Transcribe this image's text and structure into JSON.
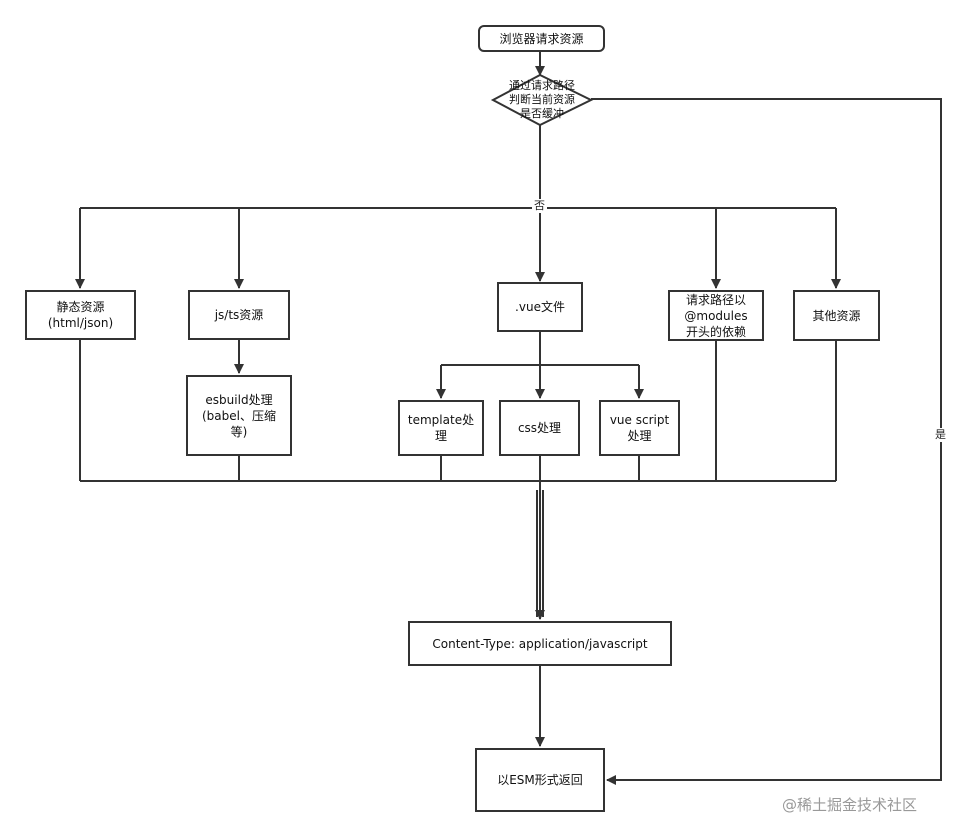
{
  "nodes": {
    "start": "浏览器请求资源",
    "decision": "通过请求路径\n判断当前资源\n是否缓冲",
    "static": "静态资源\n(html/json)",
    "jsts": "js/ts资源",
    "vue": ".vue文件",
    "modules": "请求路径以\n@modules\n开头的依赖",
    "other": "其他资源",
    "esbuild": "esbuild处理\n(babel、压缩\n等)",
    "template": "template处\n理",
    "css": "css处理",
    "vuescript": "vue script\n处理",
    "content_type": "Content-Type: application/javascript",
    "esm": "以ESM形式返回"
  },
  "edge_labels": {
    "no": "否",
    "yes": "是"
  },
  "watermark": "@稀土掘金技术社区",
  "colors": {
    "line": "#333333",
    "text": "#111111",
    "watermark": "#999999"
  }
}
